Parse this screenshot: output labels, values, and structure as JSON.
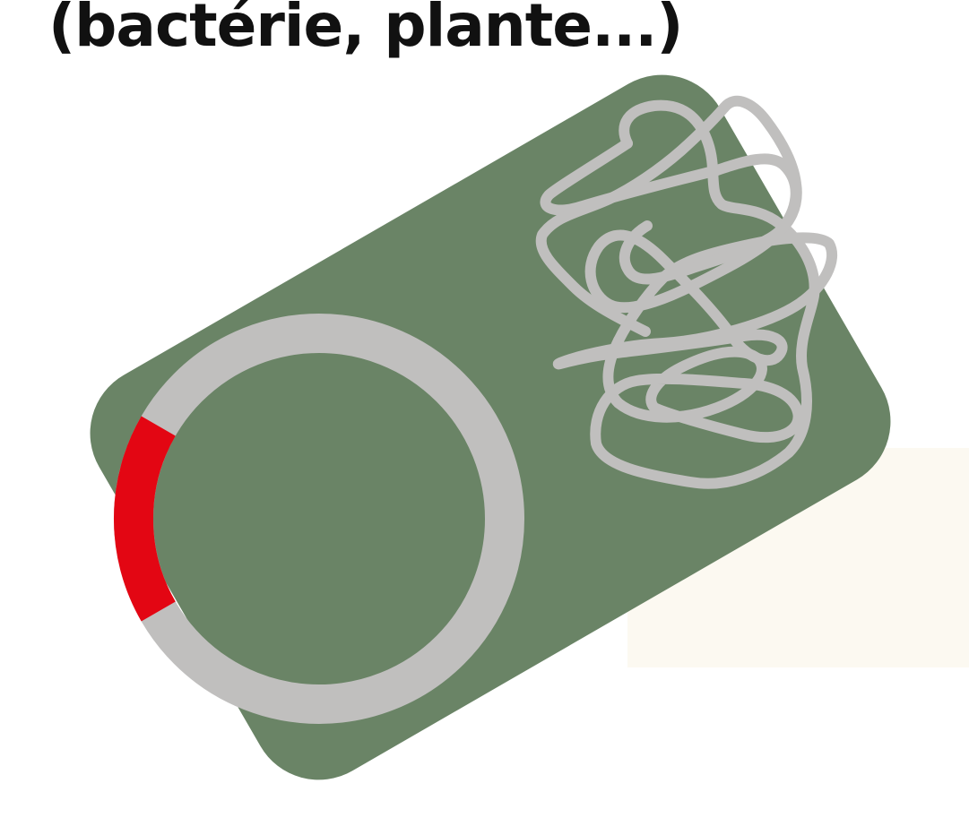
{
  "heading": {
    "text": "(bactérie, plante...)"
  },
  "colors": {
    "cell_body": "#6a8466",
    "ring": "#c0bfbe",
    "ring_segment": "#e30613",
    "chromosome": "#c0bfbe",
    "background_patch": "#fcf9f1",
    "text": "#111111"
  },
  "icons": {
    "cell": "rounded-rectangle",
    "plasmid": "ring",
    "insert": "arc-segment",
    "chromosome": "tangled-line"
  }
}
